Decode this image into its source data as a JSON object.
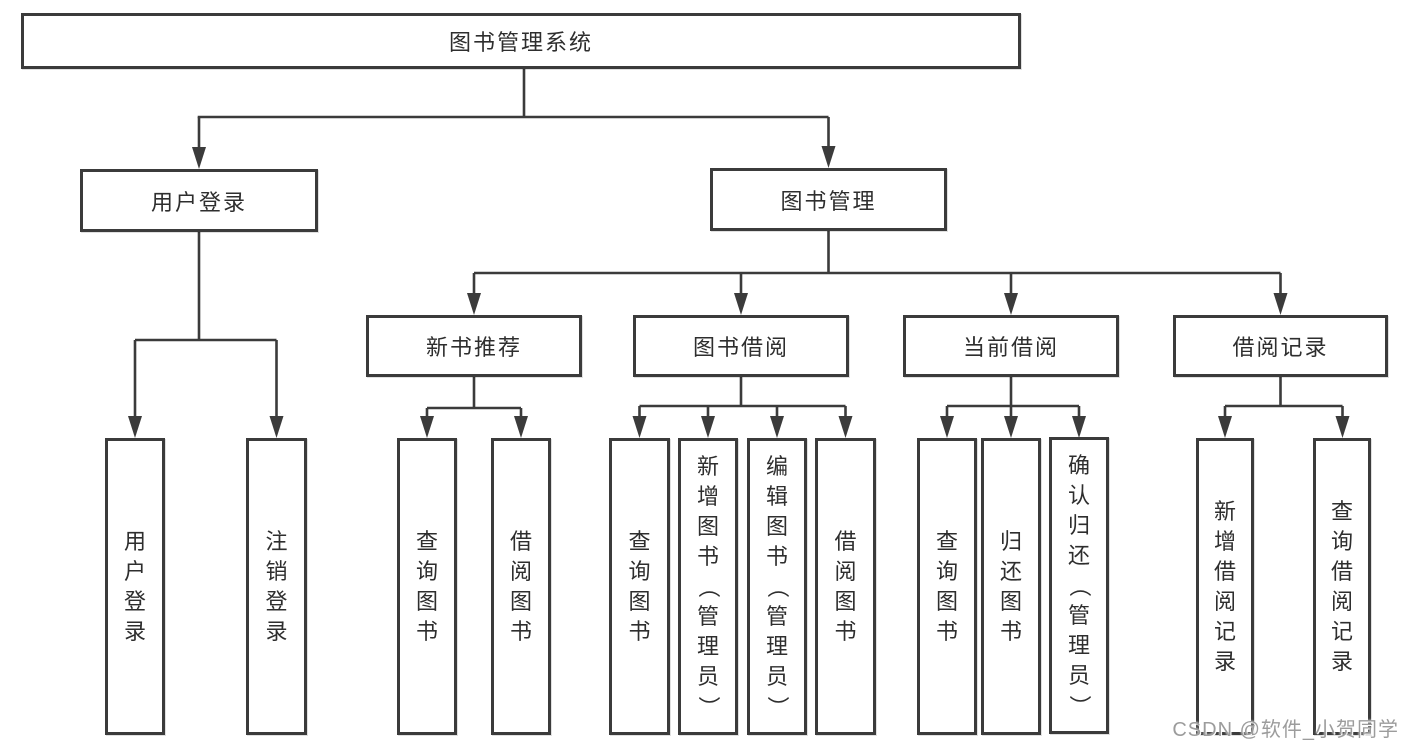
{
  "diagram": {
    "title": "图书管理系统",
    "root": {
      "label": "图书管理系统"
    },
    "level2": [
      {
        "label": "用户登录"
      },
      {
        "label": "图书管理"
      }
    ],
    "level3": [
      {
        "label": "新书推荐"
      },
      {
        "label": "图书借阅"
      },
      {
        "label": "当前借阅"
      },
      {
        "label": "借阅记录"
      }
    ],
    "leaves": [
      {
        "label": "用户登录"
      },
      {
        "label": "注销登录"
      },
      {
        "label": "查询图书"
      },
      {
        "label": "借阅图书"
      },
      {
        "label": "查询图书"
      },
      {
        "label": "新增图书（管理员）"
      },
      {
        "label": "编辑图书（管理员）"
      },
      {
        "label": "借阅图书"
      },
      {
        "label": "查询图书"
      },
      {
        "label": "归还图书"
      },
      {
        "label": "确认归还（管理员）"
      },
      {
        "label": "新增借阅记录"
      },
      {
        "label": "查询借阅记录"
      }
    ]
  },
  "watermark": {
    "text": "CSDN @软件_小贺同学"
  },
  "colors": {
    "line": "#3b3b3b",
    "box_border": "#3b3b3b",
    "text": "#2e2e2e",
    "watermark": "#9c9c9c",
    "background": "#ffffff"
  }
}
